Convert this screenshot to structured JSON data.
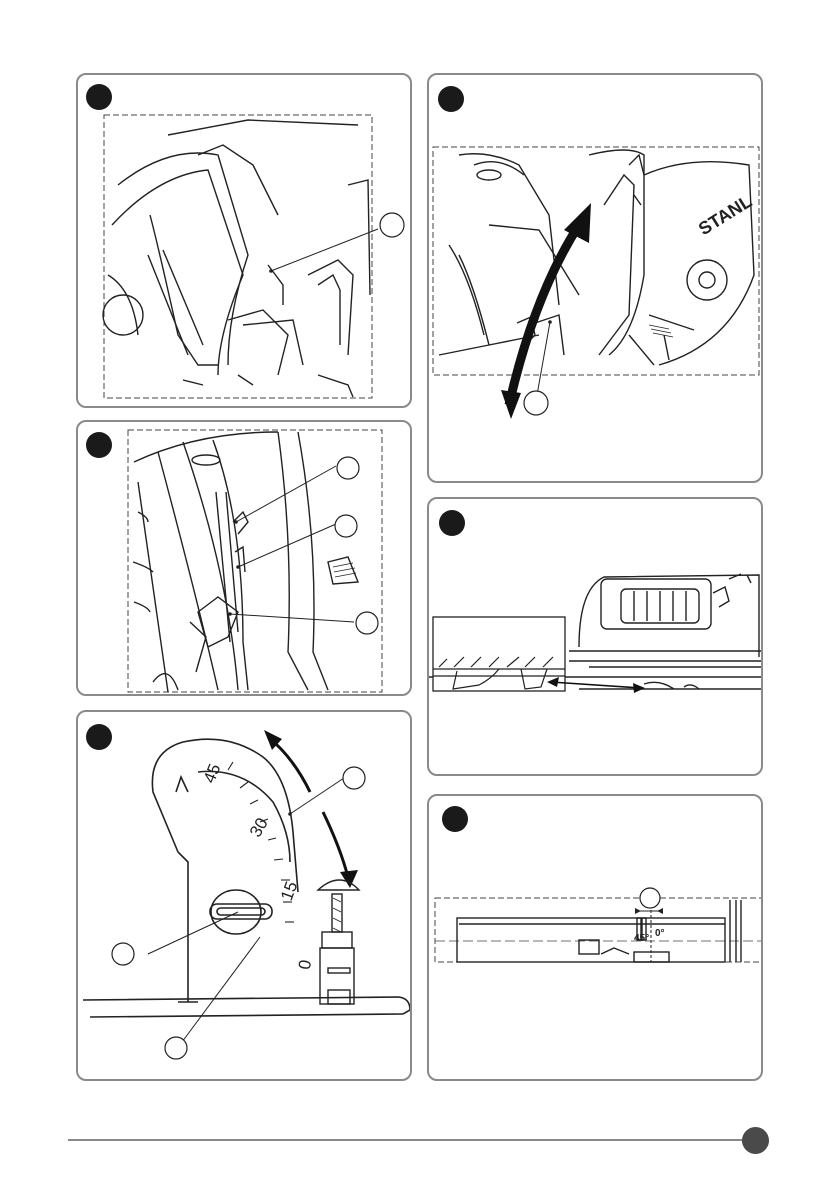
{
  "figures": {
    "fig4": {
      "scale_labels": [
        "45",
        "30",
        "15",
        "0"
      ]
    },
    "fig6": {
      "label_45": "45°",
      "label_0": "0°"
    }
  },
  "colors": {
    "frame": "#8a8a8a",
    "badge": "#1a1a1a",
    "line": "#222222"
  }
}
